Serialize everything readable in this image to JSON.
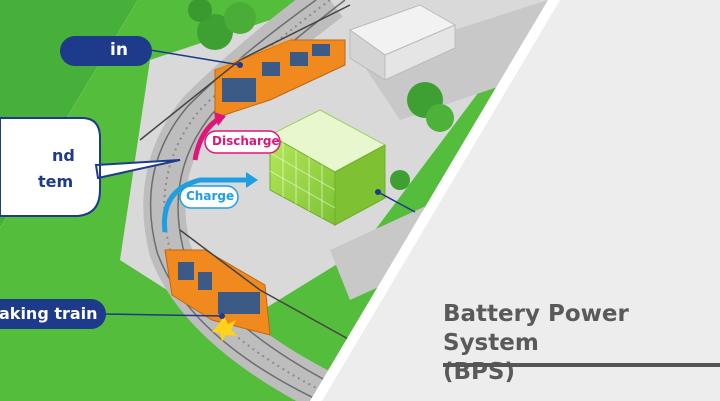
{
  "labels": {
    "callout_train_top": "in",
    "callout_system_line1": "nd",
    "callout_system_line2": "tem",
    "callout_braking_train": "aking train",
    "discharge": "Discharge",
    "charge": "Charge"
  },
  "title": {
    "line1": "Battery Power System",
    "line2": "(BPS)"
  },
  "colors": {
    "navy": "#1e3a8a",
    "grass": "#4cba3a",
    "train_orange": "#f08a1e",
    "discharge": "#e0157a",
    "charge": "#1f9fe0",
    "battery_green": "#8fd33c"
  }
}
